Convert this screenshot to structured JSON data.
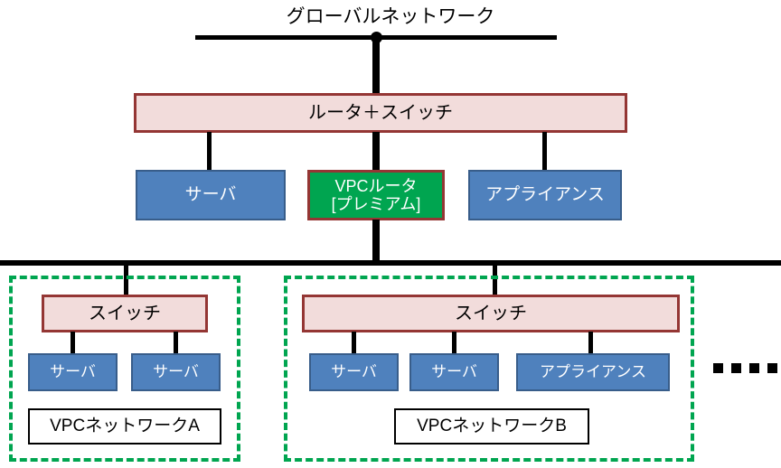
{
  "diagram": {
    "title": "グローバルネットワーク",
    "colors": {
      "rose_fill": "#F2DCDB",
      "rose_border": "#943634",
      "blue_fill": "#4F81BD",
      "blue_border": "#385D8A",
      "green_fill": "#00A550",
      "vpc_dash": "#00A550",
      "line": "#000000",
      "white_fill": "#FFFFFF"
    },
    "top": {
      "router_switch": "ルータ＋スイッチ",
      "server": "サーバ",
      "vpc_router": "VPCルータ\n[プレミアム]",
      "appliance": "アプライアンス"
    },
    "vpc_a": {
      "switch": "スイッチ",
      "nodes": [
        "サーバ",
        "サーバ"
      ],
      "caption": "VPCネットワークA"
    },
    "vpc_b": {
      "switch": "スイッチ",
      "nodes": [
        "サーバ",
        "サーバ",
        "アプライアンス"
      ],
      "caption": "VPCネットワークB"
    },
    "more_indicator": "・・・・・"
  }
}
